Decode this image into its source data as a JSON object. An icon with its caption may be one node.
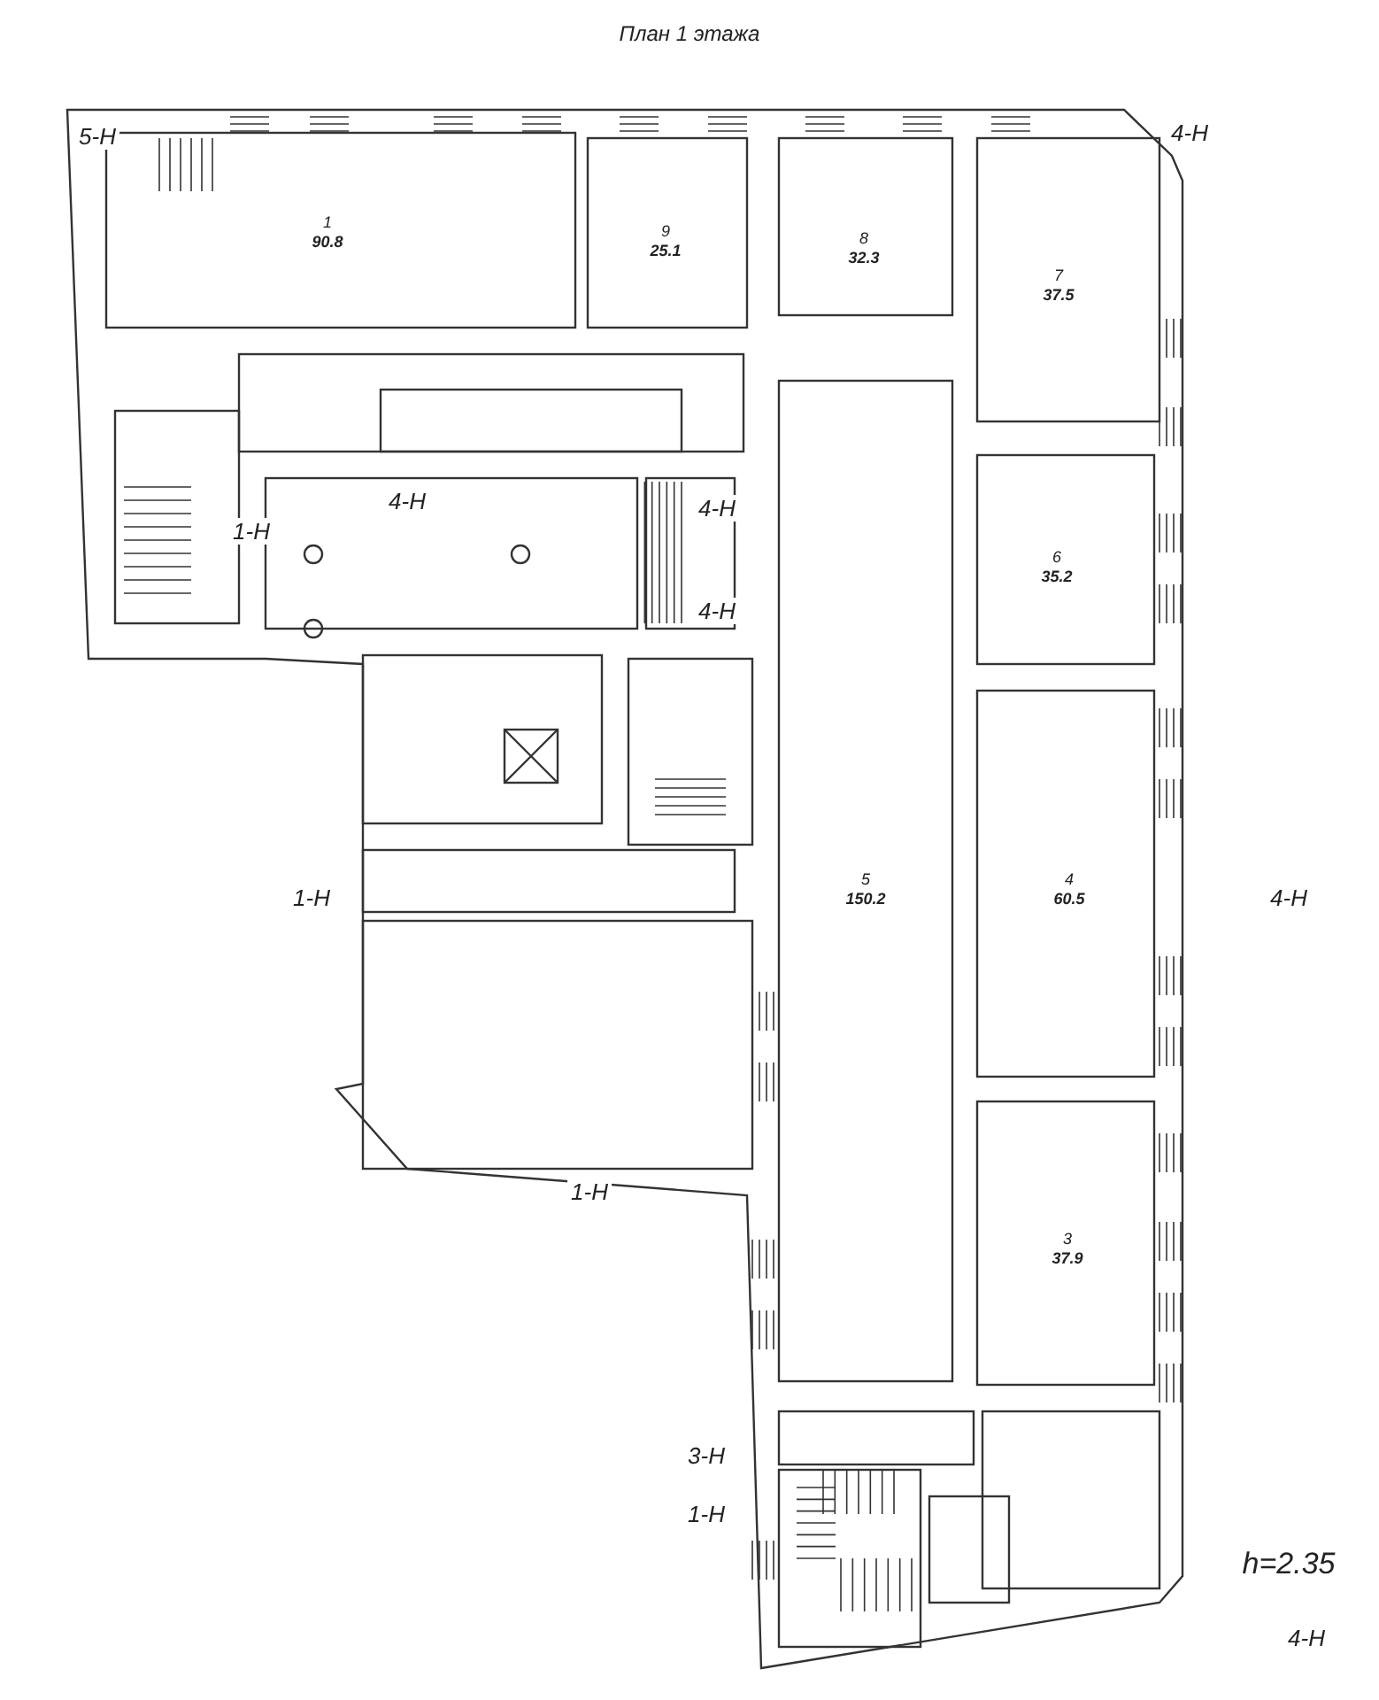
{
  "diagram": {
    "title": "План 1 этажа",
    "labels": [
      "5-Н",
      "1",
      "90.8",
      "9",
      "25.1",
      "8",
      "32.3",
      "4-Н",
      "7",
      "37.5",
      "4-Н",
      "4-Н",
      "1-Н",
      "6",
      "35.2",
      "4-Н",
      "1-Н",
      "5",
      "150.2",
      "4",
      "60.5",
      "4-Н",
      "1-Н",
      "3",
      "37.9",
      "3-Н",
      "1-Н",
      "h=2.35",
      "4-Н"
    ]
  }
}
